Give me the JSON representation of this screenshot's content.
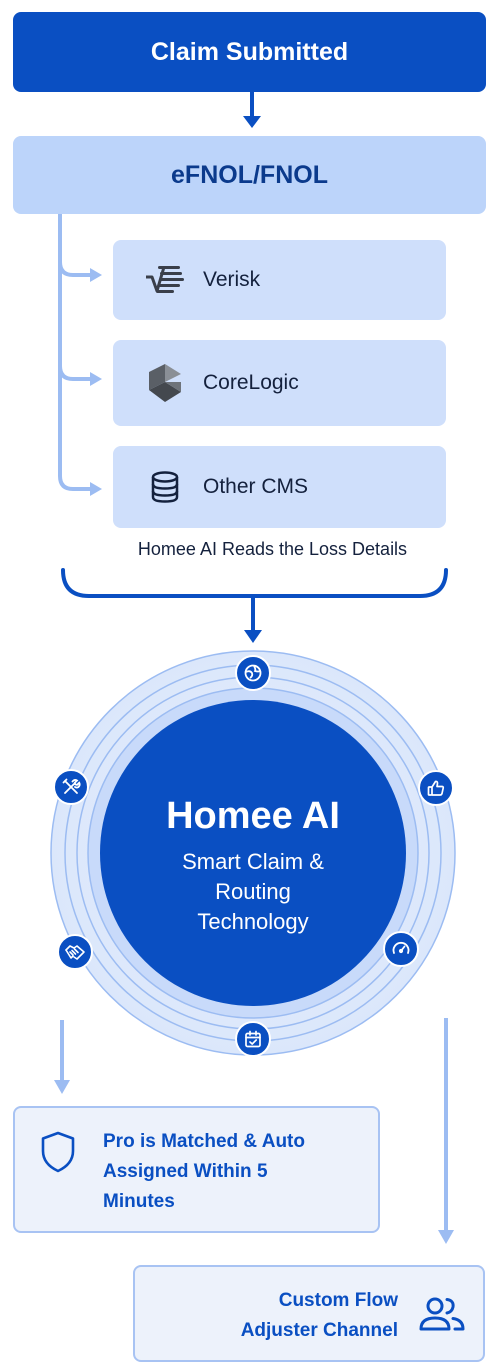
{
  "header": {
    "title": "Claim Submitted"
  },
  "intake": {
    "label": "eFNOL/FNOL"
  },
  "sources": [
    {
      "label": "Verisk",
      "icon": "verisk-logo-icon"
    },
    {
      "label": "CoreLogic",
      "icon": "corelogic-logo-icon"
    },
    {
      "label": "Other CMS",
      "icon": "database-icon"
    }
  ],
  "reads_caption": "Homee AI Reads the Loss Details",
  "hub": {
    "title": "Homee AI",
    "subtitle_line1": "Smart Claim &",
    "subtitle_line2": "Routing",
    "subtitle_line3": "Technology",
    "orbit_icons": [
      "globe-icon",
      "thumbs-up-icon",
      "gauge-icon",
      "calendar-check-icon",
      "handshake-icon",
      "tools-icon"
    ]
  },
  "outcomes": {
    "pro_match": {
      "line1": "Pro is Matched & Auto",
      "line2": "Assigned Within 5",
      "line3": "Minutes",
      "icon": "shield-icon"
    },
    "custom_flow": {
      "line1": "Custom Flow",
      "line2": "Adjuster Channel",
      "icon": "users-icon"
    }
  },
  "colors": {
    "primary": "#0a4fc2",
    "light": "#bcd4fa",
    "card": "#cfdffb",
    "connector": "#9cbcf2",
    "dark_text": "#14213d"
  }
}
